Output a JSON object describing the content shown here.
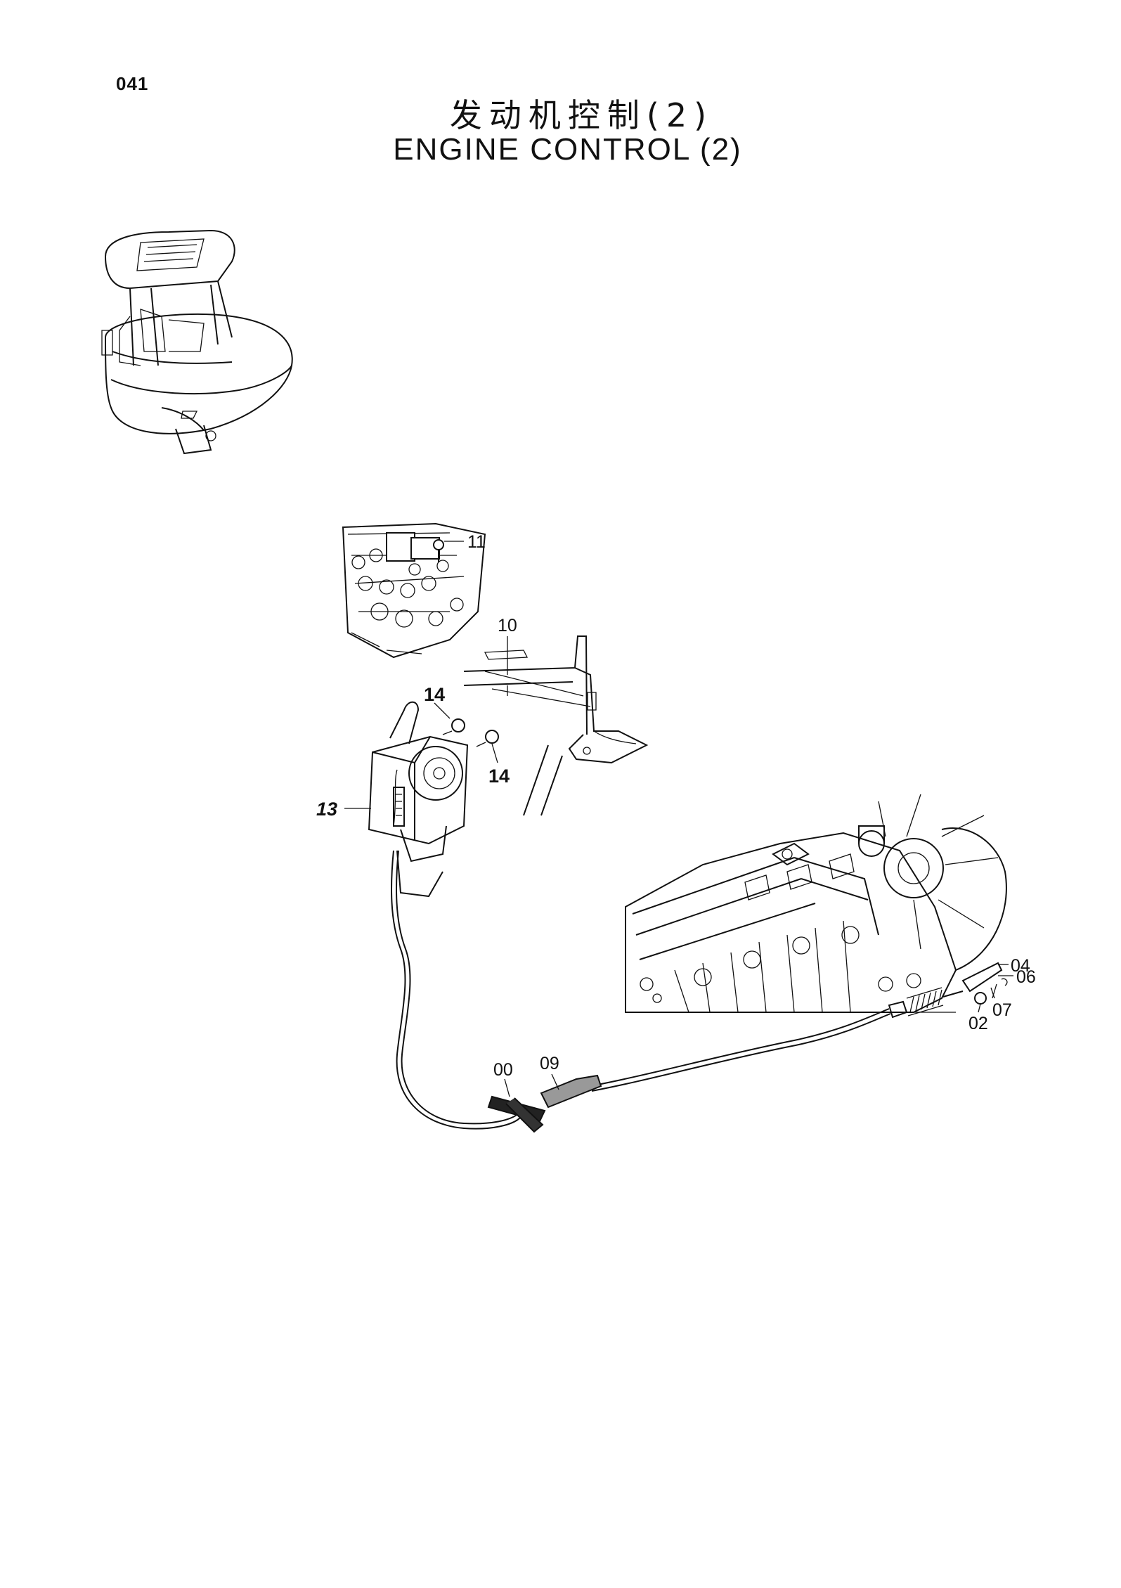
{
  "page": {
    "number": "041"
  },
  "title": {
    "cn": "发动机控制(2)",
    "en": "ENGINE  CONTROL (2)"
  },
  "callouts": [
    {
      "id": "c11",
      "label": "11"
    },
    {
      "id": "c10",
      "label": "10"
    },
    {
      "id": "c14a",
      "label": "14"
    },
    {
      "id": "c14b",
      "label": "14"
    },
    {
      "id": "c13",
      "label": "13"
    },
    {
      "id": "c04",
      "label": "04"
    },
    {
      "id": "c06",
      "label": "06"
    },
    {
      "id": "c07",
      "label": "07"
    },
    {
      "id": "c02",
      "label": "02"
    },
    {
      "id": "c00",
      "label": "00"
    },
    {
      "id": "c09",
      "label": "09"
    }
  ]
}
